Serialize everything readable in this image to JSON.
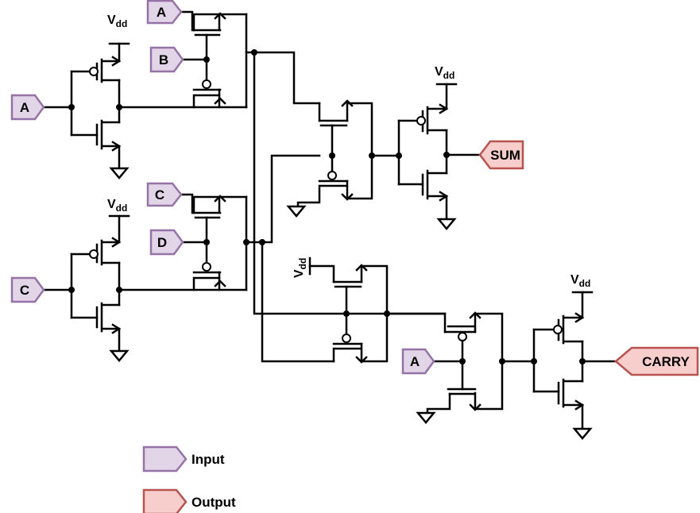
{
  "colors": {
    "input_fill": "#e1d5e7",
    "input_stroke": "#9673a6",
    "output_fill": "#f8cecc",
    "output_stroke": "#b85450",
    "wire": "#000000"
  },
  "supply": {
    "vdd_main": "V",
    "vdd_sub": "dd"
  },
  "inputs": {
    "inv1_in": "A",
    "inv2_in": "C",
    "tg1_top": "A",
    "tg1_mid": "B",
    "tg2_top": "C",
    "tg2_mid": "D",
    "carry_in": "A"
  },
  "outputs": {
    "sum": "SUM",
    "carry": "CARRY"
  },
  "legend": {
    "input_label": "Input",
    "output_label": "Output"
  }
}
